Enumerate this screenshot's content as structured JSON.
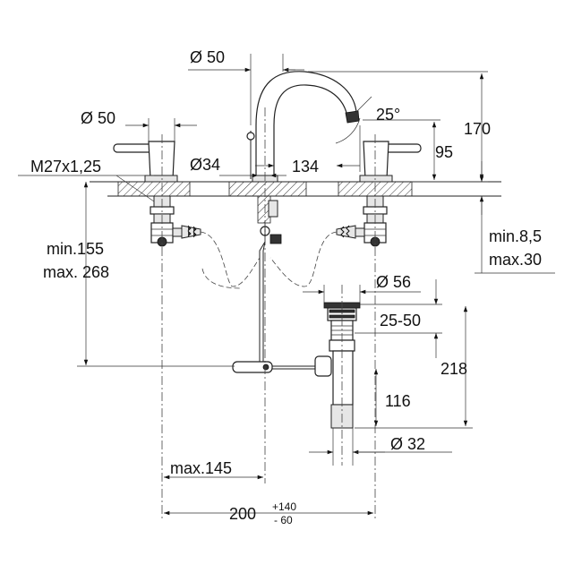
{
  "dimensions": {
    "spout_diameter": "Ø 50",
    "handle_diameter": "Ø 50",
    "spout_angle": "25°",
    "total_height": "170",
    "spout_height": "95",
    "thread": "M27x1,25",
    "base_diameter": "Ø34",
    "spout_reach": "134",
    "counter_thickness_min": "min.8,5",
    "counter_thickness_max": "max.30",
    "handle_depth_min": "min.155",
    "handle_depth_max": "max. 268",
    "waste_diameter": "Ø 56",
    "waste_range": "25-50",
    "waste_total": "218",
    "waste_lower": "116",
    "waste_pipe_diameter": "Ø 32",
    "rod_max": "max.145",
    "spacing_base": "200",
    "spacing_plus": "+140",
    "spacing_minus": "- 60"
  }
}
